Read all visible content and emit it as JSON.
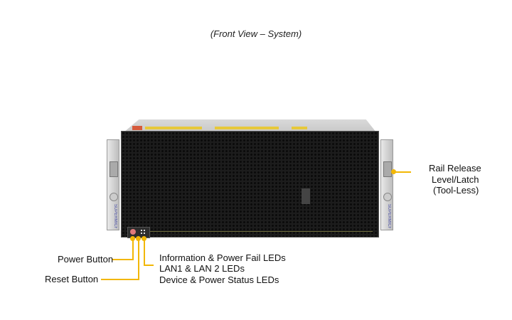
{
  "title": "(Front View – System)",
  "callouts": {
    "power_button": "Power Button",
    "reset_button": "Reset Button",
    "info_leds": "Information  & Power Fail LEDs",
    "lan_leds": "LAN1 & LAN 2 LEDs",
    "status_leds": "Device & Power Status LEDs",
    "rail_release_1": "Rail Release",
    "rail_release_2": "Level/Latch",
    "rail_release_3": "(Tool-Less)"
  },
  "brand": "SUPERMICRO",
  "colors": {
    "callout": "#f2b705",
    "chassis_face": "#1c1c1c",
    "power_button": "#e07a7a"
  }
}
